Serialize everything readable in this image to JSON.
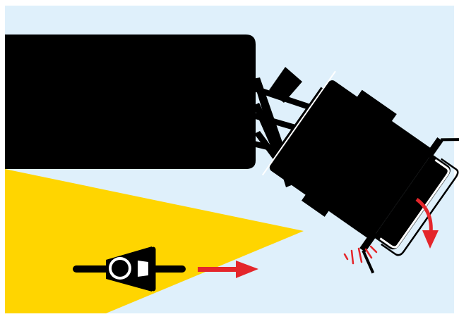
{
  "scene": {
    "background_color": "#dff0fb",
    "frame_color": "#ffffff",
    "vehicle_color": "#000000",
    "highlight_color": "#ffffff",
    "blind_zone_color": "#ffd500",
    "arrow_color": "#e4262b"
  },
  "elements": {
    "truck_body": {
      "icon": "truck-body-top-view"
    },
    "truck_cab": {
      "icon": "truck-cab-turning"
    },
    "blind_spot": {
      "icon": "blind-spot-zone"
    },
    "cyclist": {
      "icon": "cyclist-top-view"
    },
    "cyclist_motion": {
      "icon": "arrow-right-icon"
    },
    "turn_direction": {
      "icon": "curved-arrow-icon"
    },
    "impact_lines": {
      "icon": "impact-lines-icon"
    }
  }
}
